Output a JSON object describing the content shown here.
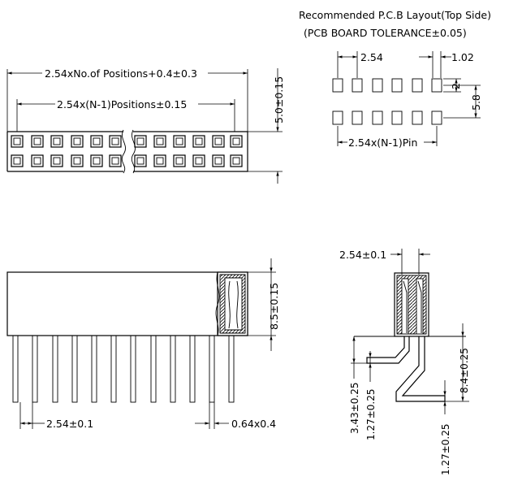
{
  "pcb_layout": {
    "title": "Recommended P.C.B Layout(Top Side)",
    "subtitle": "(PCB BOARD TOLERANCE±0.05)",
    "pitch": "2.54",
    "pad_width": "1.02",
    "pad_length": "2",
    "row_spacing": "5.8",
    "span": "2.54x(N-1)Pin"
  },
  "top_view": {
    "overall_length": "2.54xNo.of Positions+0.4±0.3",
    "pin_span": "2.54x(N-1)Positions±0.15",
    "width": "5.0±0.15"
  },
  "front_view": {
    "body_height": "8.5±0.15",
    "pin_pitch": "2.54±0.1",
    "pin_size": "0.64x0.4"
  },
  "side_view": {
    "row_pitch": "2.54±0.1",
    "upper_lead_offset": "3.43±0.25",
    "upper_lead_thickness": "1.27±0.25",
    "lower_lead_thickness": "1.27±0.25",
    "lower_lead_offset": "8.4±0.25"
  }
}
